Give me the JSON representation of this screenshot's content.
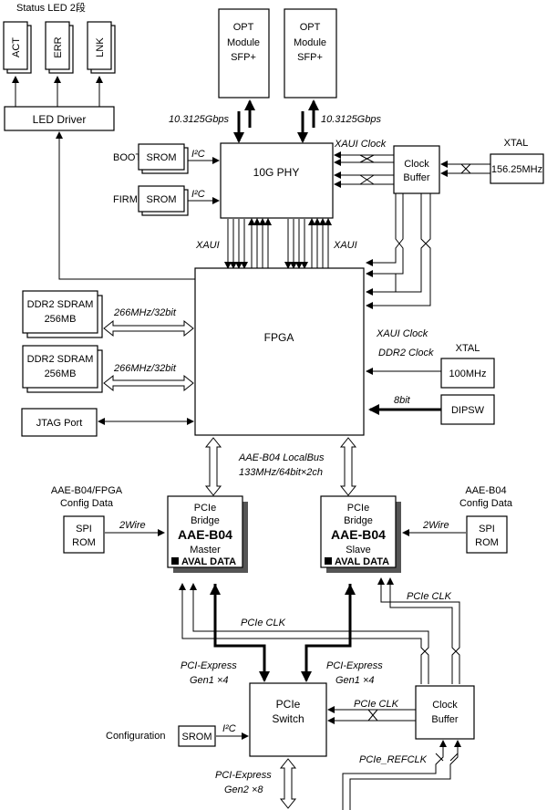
{
  "status_led": {
    "title": "Status LED 2段",
    "leds": [
      "ACT",
      "ERR",
      "LNK"
    ],
    "driver": "LED Driver"
  },
  "opt_modules": [
    {
      "line1": "OPT",
      "line2": "Module",
      "line3": "SFP+"
    },
    {
      "line1": "OPT",
      "line2": "Module",
      "line3": "SFP+"
    }
  ],
  "opt_speed_left": "10.3125Gbps",
  "opt_speed_right": "10.3125Gbps",
  "phy": "10G PHY",
  "boot_label": "BOOT",
  "firm_label": "FIRM",
  "srom": "SROM",
  "i2c": "I²C",
  "xaui": "XAUI",
  "xaui_clock": "XAUI Clock",
  "clock_buffer_top": {
    "line1": "Clock",
    "line2": "Buffer"
  },
  "xtal_top": {
    "label": "XTAL",
    "value": "156.25MHz"
  },
  "fpga": "FPGA",
  "ddr": [
    {
      "line1": "DDR2 SDRAM",
      "line2": "256MB",
      "bus": "266MHz/32bit"
    },
    {
      "line1": "DDR2 SDRAM",
      "line2": "256MB",
      "bus": "266MHz/32bit"
    }
  ],
  "jtag": "JTAG Port",
  "ddr2_clock": "DDR2 Clock",
  "xtal_mid": {
    "label": "XTAL",
    "value": "100MHz"
  },
  "dipsw": {
    "label": "DIPSW",
    "bus": "8bit"
  },
  "localbus": {
    "line1": "AAE-B04 LocalBus",
    "line2": "133MHz/64bit×2ch"
  },
  "left_config": {
    "line1": "AAE-B04/FPGA",
    "line2": "Config Data"
  },
  "right_config": {
    "line1": "AAE-B04",
    "line2": "Config Data"
  },
  "spi_rom": {
    "line1": "SPI",
    "line2": "ROM"
  },
  "two_wire": "2Wire",
  "bridge_master": {
    "line1": "PCIe",
    "line2": "Bridge",
    "chip": "AAE-B04",
    "role": "Master",
    "brand": "AVAL DATA"
  },
  "bridge_slave": {
    "line1": "PCIe",
    "line2": "Bridge",
    "chip": "AAE-B04",
    "role": "Slave",
    "brand": "AVAL DATA"
  },
  "pcie_clk": "PCIe CLK",
  "pcie_gen1_left": {
    "line1": "PCI-Express",
    "line2": "Gen1 ×4"
  },
  "pcie_gen1_right": {
    "line1": "PCI-Express",
    "line2": "Gen1 ×4"
  },
  "pcie_switch": {
    "line1": "PCIe",
    "line2": "Switch"
  },
  "clock_buffer_bottom": {
    "line1": "Clock",
    "line2": "Buffer"
  },
  "configuration": "Configuration",
  "pcie_refclk": "PCIe_REFCLK",
  "pcie_gen2": {
    "line1": "PCI-Express",
    "line2": "Gen2 ×8"
  }
}
